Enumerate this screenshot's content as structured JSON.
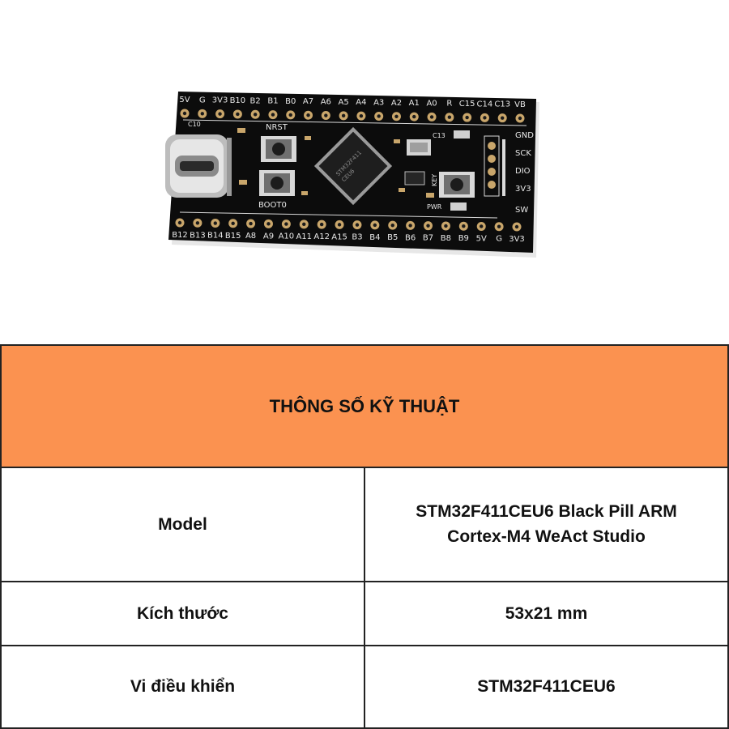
{
  "board": {
    "top_pins": [
      "5V",
      "G",
      "3V3",
      "B10",
      "B2",
      "B1",
      "B0",
      "A7",
      "A6",
      "A5",
      "A4",
      "A3",
      "A2",
      "A1",
      "A0",
      "R",
      "C15",
      "C14",
      "C13",
      "VB"
    ],
    "bottom_pins": [
      "B12",
      "B13",
      "B14",
      "B15",
      "A8",
      "A9",
      "A10",
      "A11",
      "A12",
      "A15",
      "B3",
      "B4",
      "B5",
      "B6",
      "B7",
      "B8",
      "B9",
      "5V",
      "G",
      "3V3"
    ],
    "right_pins": [
      "GND",
      "SCK",
      "DIO",
      "3V3"
    ],
    "right_footer": "SW",
    "silk": {
      "nrst": "NRST",
      "boot0": "BOOT0",
      "c10": "C10",
      "c13": "C13",
      "key": "KEY",
      "pwr": "PWR"
    }
  },
  "specs": {
    "title": "THÔNG SỐ KỸ THUẬT",
    "rows": [
      {
        "label": "Model",
        "value": "STM32F411CEU6 Black Pill ARM Cortex-M4 WeAct Studio"
      },
      {
        "label": "Kích thước",
        "value": "53x21 mm"
      },
      {
        "label": "Vi điều khiển",
        "value": "STM32F411CEU6"
      }
    ]
  }
}
